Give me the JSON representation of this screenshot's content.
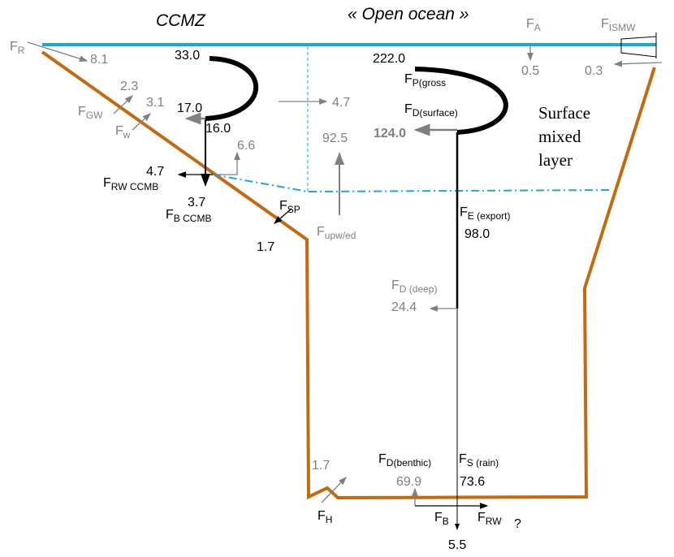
{
  "titles": {
    "ccmz": "CCMZ",
    "open_ocean": "« Open ocean »"
  },
  "layer_label": [
    "Surface",
    "mixed",
    "layer"
  ],
  "colors": {
    "surface": "#1ba6dc",
    "seafloor": "#c5690f",
    "flux_gray": "#808080",
    "flux_black": "#000000"
  },
  "fluxes": {
    "FR": {
      "f": "F",
      "sub": "R",
      "value": "8.1"
    },
    "FGW": {
      "f": "F",
      "sub": "GW",
      "value": "2.3"
    },
    "Fw": {
      "f": "F",
      "sub": "w",
      "value": "3.1"
    },
    "ccmz_gross": {
      "value": "33.0"
    },
    "ccmz_surface": {
      "value": "17.0"
    },
    "ccmz_export": {
      "value": "16.0"
    },
    "lateral": {
      "value": "4.7"
    },
    "ccmz_upw": {
      "value": "6.6"
    },
    "FRW_CCMB": {
      "f": "F",
      "sub": "RW CCMB",
      "value": "4.7"
    },
    "FB_CCMB": {
      "f": "F",
      "sub": "B CCMB",
      "value": "3.7"
    },
    "FSP": {
      "f": "F",
      "sub": "SP",
      "value": "1.7"
    },
    "Fupw": {
      "f": "F",
      "sub": "upw/ed",
      "value": "92.5"
    },
    "FP": {
      "f": "F",
      "sub": "P(gross",
      "value": "222.0"
    },
    "FD_surface": {
      "f": "F",
      "sub": "D(surface)",
      "value": "124.0"
    },
    "FE": {
      "f": "F",
      "sub": "E (export)",
      "value": "98.0"
    },
    "FD_deep": {
      "f": "F",
      "sub": "D (deep)",
      "value": "24.4"
    },
    "FA": {
      "f": "F",
      "sub": "A",
      "value": "0.5"
    },
    "FISMW": {
      "f": "F",
      "sub": "ISMW",
      "value": "0.3"
    },
    "FH": {
      "f": "F",
      "sub": "H",
      "value": "1.7"
    },
    "FD_benthic": {
      "f": "F",
      "sub": "D(benthic)",
      "value": "69.9"
    },
    "FS": {
      "f": "F",
      "sub": "S (rain)",
      "value": "73.6"
    },
    "FB": {
      "f": "F",
      "sub": "B",
      "value": "5.5"
    },
    "FRW": {
      "f": "F",
      "sub": "RW",
      "value": "?"
    }
  }
}
